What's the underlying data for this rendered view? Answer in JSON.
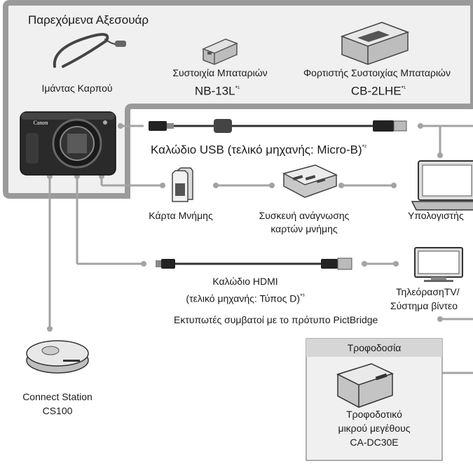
{
  "accessories": {
    "title": "Παρεχόμενα Αξεσουάρ",
    "strap": "Ιμάντας Καρπού",
    "battery_line1": "Συστοιχία Μπαταριών",
    "battery_model": "NB-13L",
    "battery_note": "*¹",
    "charger_line1": "Φορτιστής Συστοιχίας Μπαταριών",
    "charger_model": "CB-2LHE",
    "charger_note": "*¹"
  },
  "usb_cable": {
    "label": "Καλώδιο USB (τελικό μηχανής: Micro-B)",
    "note": "*²"
  },
  "memory_card": "Κάρτα Μνήμης",
  "card_reader": {
    "line1": "Συσκευή ανάγνωσης",
    "line2": "καρτών μνήμης"
  },
  "computer": "Υπολογιστής",
  "hdmi_cable": {
    "line1": "Καλώδιο HDMI",
    "line2": "(τελικό μηχανής: Τύπος D)",
    "note": "*³"
  },
  "tv": {
    "line1": "ΤηλεόρασηTV/",
    "line2": "Σύστημα βίντεο"
  },
  "printers": "Εκτυπωτές συμβατοί με το πρότυπο PictBridge",
  "power": {
    "title": "Τροφοδοσία",
    "line1": "Τροφοδοτικό",
    "line2": "μικρού μεγέθους",
    "line3": "CA-DC30E"
  },
  "connect_station": {
    "line1": "Connect Station",
    "line2": "CS100"
  },
  "brand_text": "Canon",
  "colors": {
    "frame": "#9a9a9a",
    "panel": "#f0f0f0",
    "line": "#a3a3a3",
    "power_header": "#d6d6d6"
  }
}
